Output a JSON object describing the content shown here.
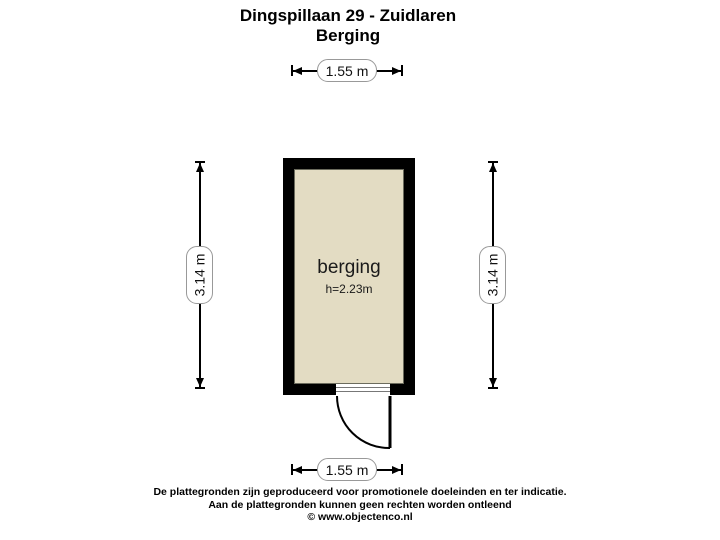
{
  "title": {
    "line1": "Dingspillaan 29 - Zuidlaren",
    "line2": "Berging"
  },
  "room": {
    "name": "berging",
    "height_label": "h=2.23m"
  },
  "dimensions": {
    "top": "1.55 m",
    "bottom": "1.55 m",
    "left": "3.14 m",
    "right": "3.14 m"
  },
  "footer": {
    "line1": "De plattegronden zijn geproduceerd voor promotionele doeleinden en ter indicatie.",
    "line2": "Aan de plattegronden kunnen geen rechten worden ontleend",
    "line3": "© www.objectenco.nl"
  },
  "colors": {
    "background": "#ffffff",
    "wall": "#000000",
    "floor": "#e3dcc3",
    "dimension_line": "#000000",
    "label_pill": "#ffffff",
    "text": "#000000"
  }
}
